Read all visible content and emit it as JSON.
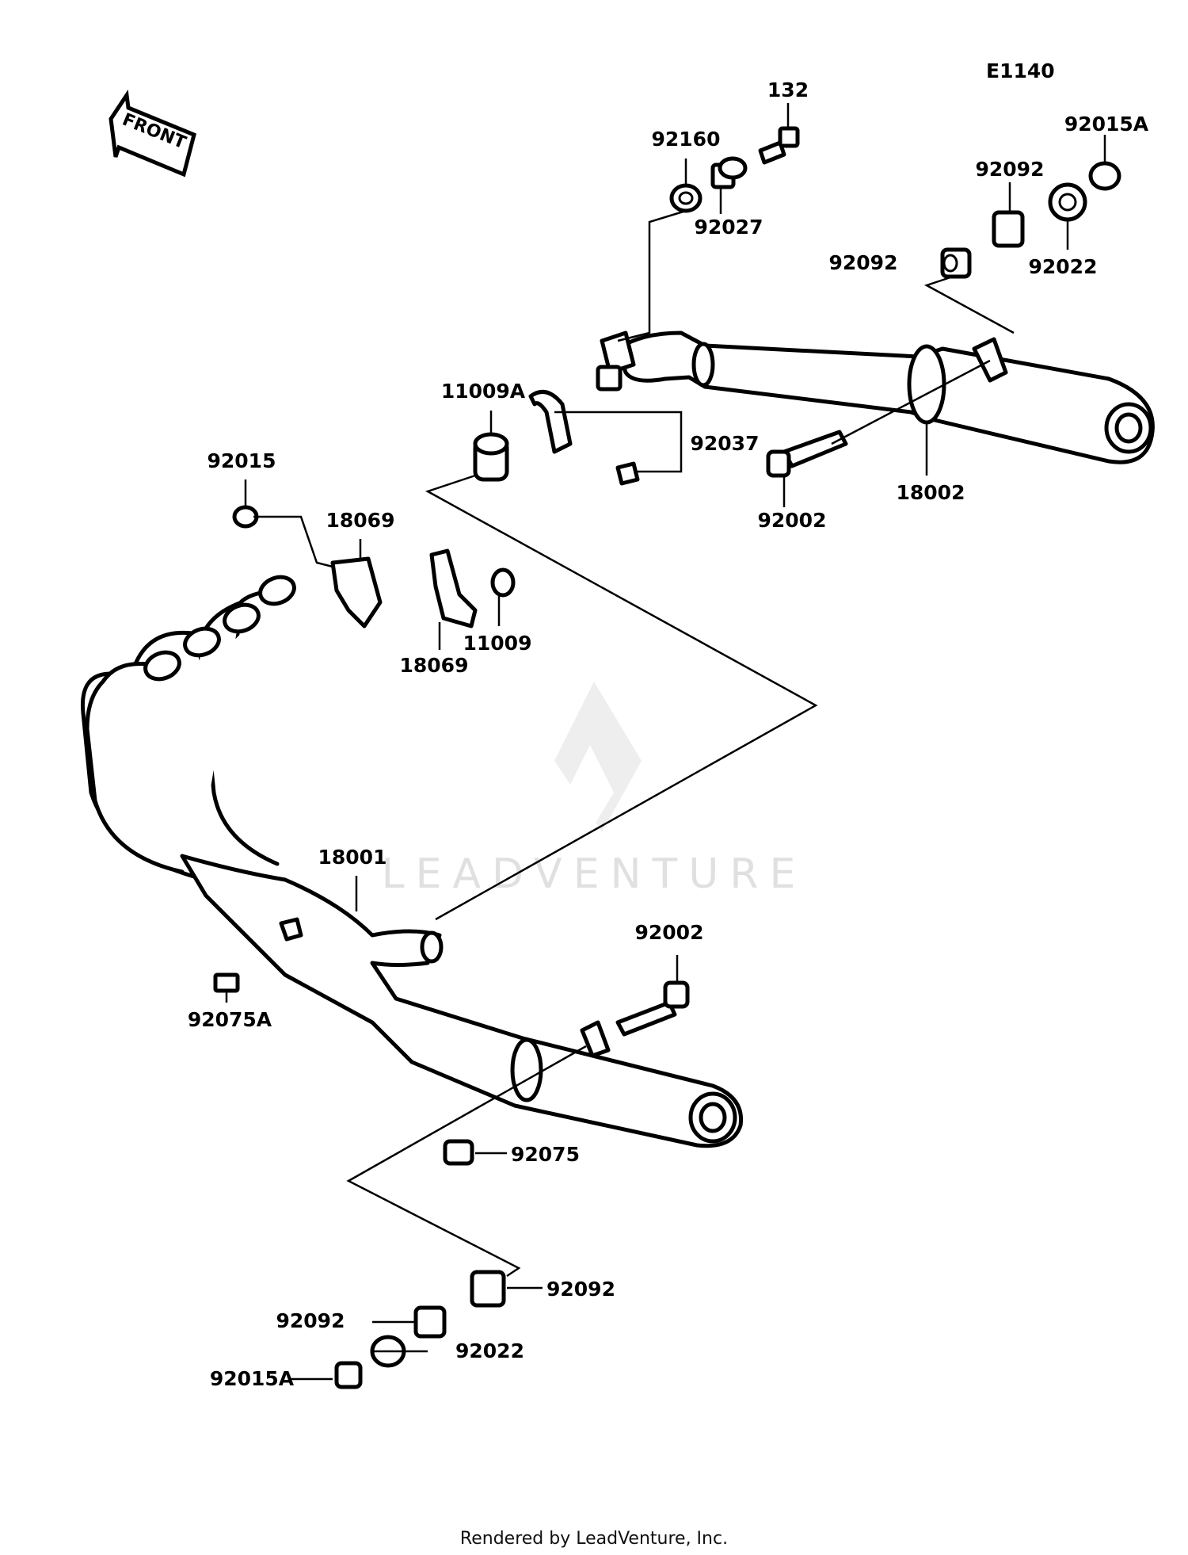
{
  "diagram_code": "E1140",
  "front_label": "FRONT",
  "watermark": "LEADVENTURE",
  "footer": "Rendered by LeadVenture, Inc.",
  "labels": {
    "p132": "132",
    "p92160": "92160",
    "p92027": "92027",
    "p92015A_top": "92015A",
    "p92092_top1": "92092",
    "p92092_top2": "92092",
    "p92022_top": "92022",
    "p11009A": "11009A",
    "p92037": "92037",
    "p92002_top": "92002",
    "p18002": "18002",
    "p92015": "92015",
    "p18069_a": "18069",
    "p18069_b": "18069",
    "p11009": "11009",
    "p18001": "18001",
    "p92002_bot": "92002",
    "p92075A": "92075A",
    "p92075": "92075",
    "p92092_bot1": "92092",
    "p92092_bot2": "92092",
    "p92022_bot": "92022",
    "p92015A_bot": "92015A"
  }
}
